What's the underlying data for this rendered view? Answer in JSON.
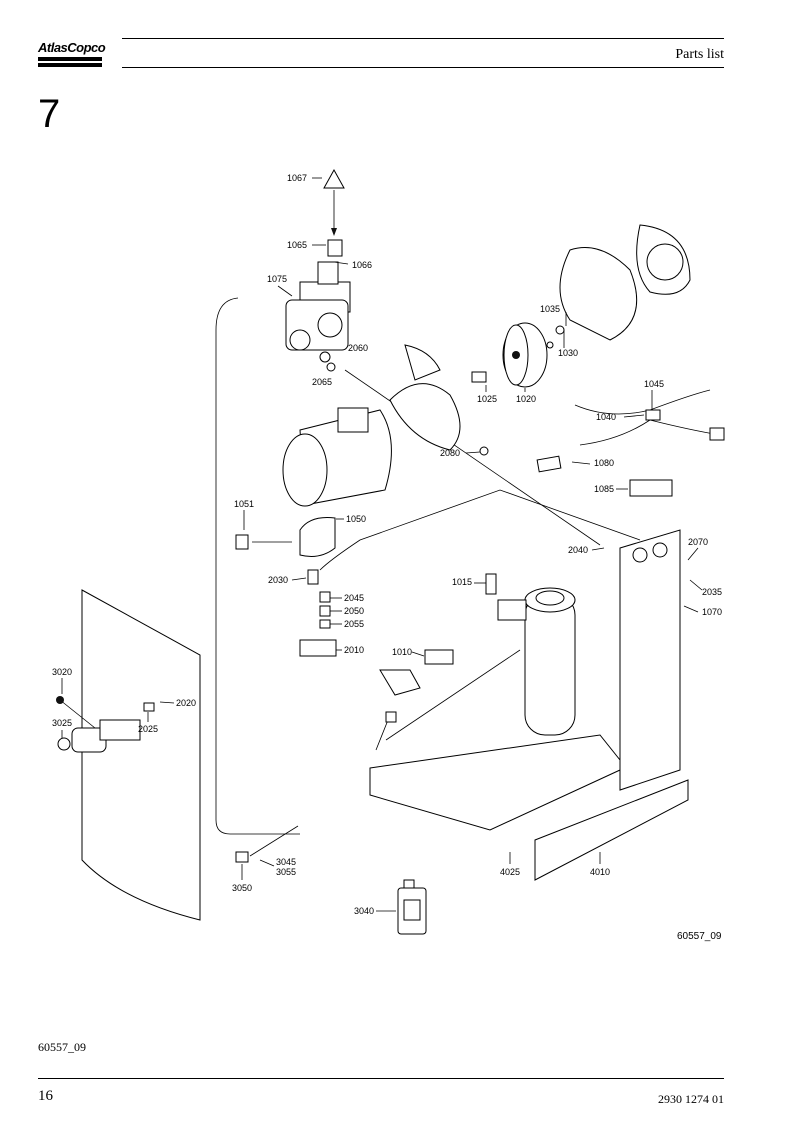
{
  "header": {
    "logo_text": "AtlasCopco",
    "title": "Parts list"
  },
  "chapter": "7",
  "diagram": {
    "id_label": "60557_09",
    "part_labels": [
      "1067",
      "1065",
      "1066",
      "1075",
      "2060",
      "2065",
      "1035",
      "1030",
      "1025",
      "1020",
      "1045",
      "1040",
      "2080",
      "1080",
      "1085",
      "1051",
      "1050",
      "2040",
      "2070",
      "2030",
      "2045",
      "2050",
      "2055",
      "1015",
      "2035",
      "1070",
      "2010",
      "1010",
      "3020",
      "2020",
      "3025",
      "2025",
      "3045",
      "3055",
      "3050",
      "4025",
      "4010",
      "3040"
    ]
  },
  "footer": {
    "figure_ref": "60557_09",
    "page_number": "16",
    "doc_number": "2930 1274 01"
  }
}
